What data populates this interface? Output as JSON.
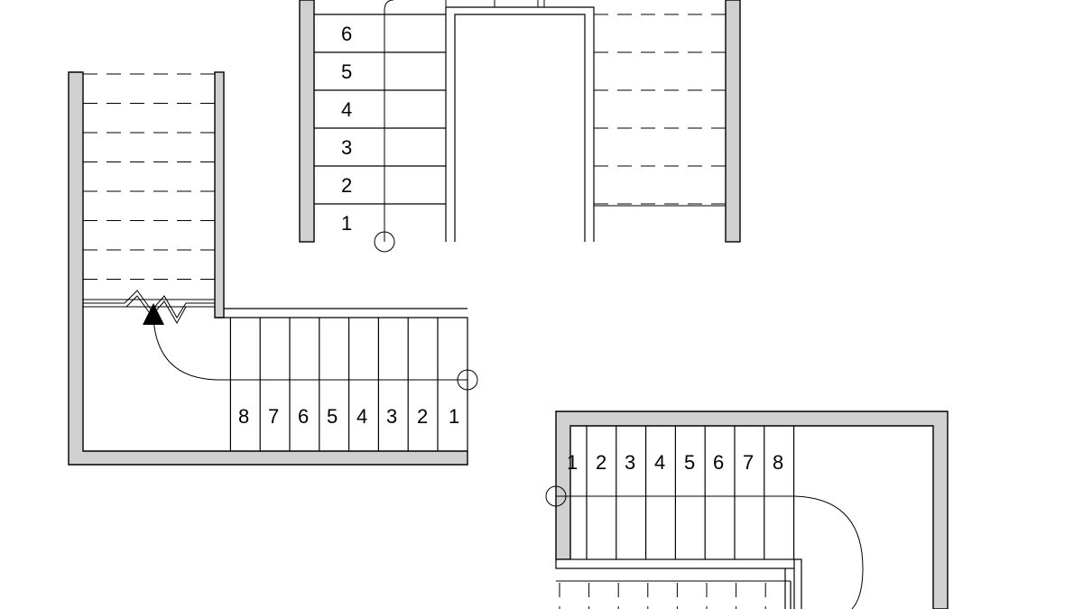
{
  "stair_a": {
    "tread_labels": [
      "1",
      "2",
      "3",
      "4",
      "5",
      "6"
    ]
  },
  "stair_b": {
    "tread_labels": [
      "1",
      "2",
      "3",
      "4",
      "5",
      "6",
      "7",
      "8"
    ]
  },
  "stair_c": {
    "tread_labels": [
      "1",
      "2",
      "3",
      "4",
      "5",
      "6",
      "7",
      "8"
    ]
  },
  "colors": {
    "wall_fill": "#d0d0d0",
    "line": "#000000",
    "background": "#ffffff"
  },
  "symbols": [
    "up-direction-arrow-icon",
    "break-line-icon",
    "walkline-start-circle-icon"
  ]
}
